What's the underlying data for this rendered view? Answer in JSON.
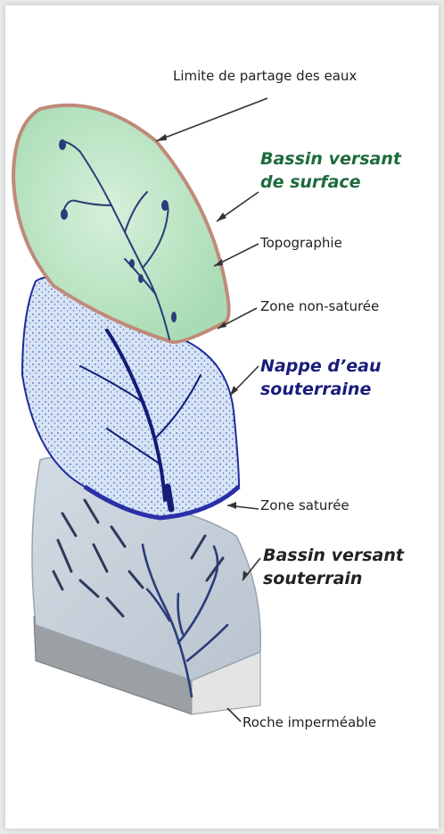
{
  "labels": {
    "limite": "Limite de partage des eaux",
    "bassin_surface_1": "Bassin versant",
    "bassin_surface_2": "de surface",
    "topographie": "Topographie",
    "zone_non_saturee": "Zone non-saturée",
    "nappe_1": "Nappe d’eau",
    "nappe_2": "souterraine",
    "zone_saturee": "Zone saturée",
    "bassin_souterrain_1": "Bassin versant",
    "bassin_souterrain_2": "souterrain",
    "roche": "Roche imperméable"
  },
  "colors": {
    "surface_fill": "#bfe6c8",
    "surface_border": "#c08a78",
    "nappe_fill": "#cfe0f4",
    "nappe_border": "#1f2a9c",
    "souterrain_fill": "#c4cfda",
    "roche_fill": "#9aa0a4",
    "river": "#2a3c7a",
    "header_green": "#1d6b3d",
    "header_navy": "#1a1c7a"
  }
}
